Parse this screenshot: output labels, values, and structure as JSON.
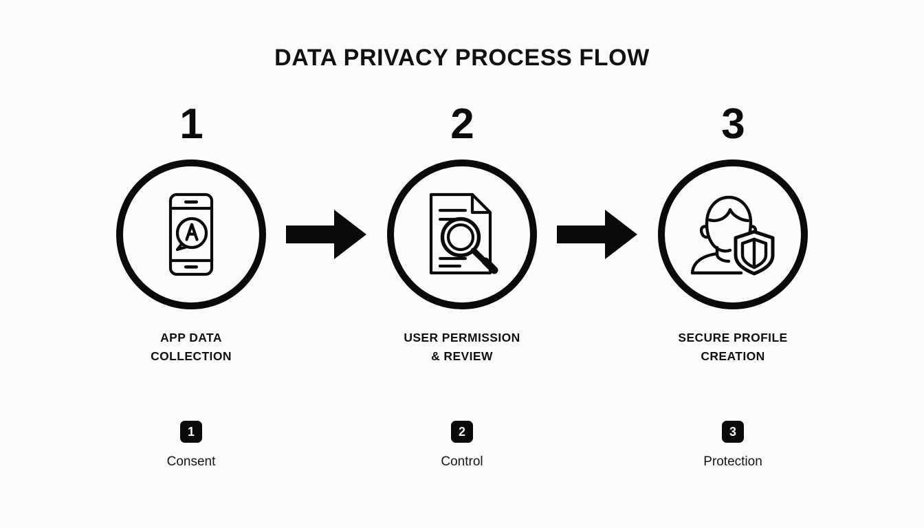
{
  "title": "DATA PRIVACY PROCESS FLOW",
  "theme": {
    "background": "#FCFCFC",
    "ink": "#0A0A0A",
    "badge_text": "#FFFFFF"
  },
  "steps": [
    {
      "number": "1",
      "icon": "smartphone-chat-bubble-a-icon",
      "label": "APP DATA\nCOLLECTION"
    },
    {
      "number": "2",
      "icon": "document-magnifier-icon",
      "label": "USER PERMISSION\n& REVIEW"
    },
    {
      "number": "3",
      "icon": "person-shield-icon",
      "label": "SECURE PROFILE\nCREATION"
    }
  ],
  "connectors": [
    {
      "icon": "arrow-right-icon"
    },
    {
      "icon": "arrow-right-icon"
    }
  ],
  "footer": [
    {
      "badge": "1",
      "caption": "Consent"
    },
    {
      "badge": "2",
      "caption": "Control"
    },
    {
      "badge": "3",
      "caption": "Protection"
    }
  ]
}
